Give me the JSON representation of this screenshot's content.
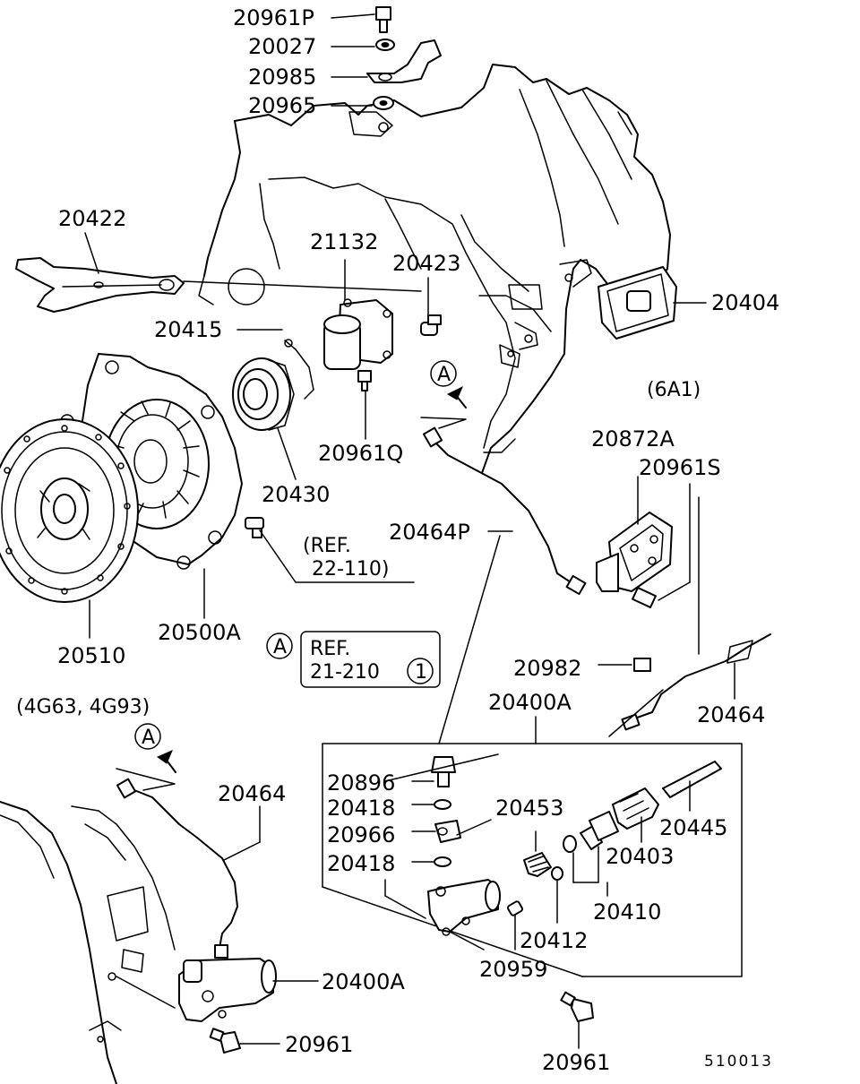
{
  "parts": {
    "p20961P": "20961P",
    "p20027": "20027",
    "p20985": "20985",
    "p20965": "20965",
    "p20422": "20422",
    "p21132": "21132",
    "p20423": "20423",
    "p20404": "20404",
    "p20415": "20415",
    "p20961Q": "20961Q",
    "p20430": "20430",
    "p20872A": "20872A",
    "p20961S": "20961S",
    "p20464P": "20464P",
    "p20500A": "20500A",
    "p20510": "20510",
    "p20982": "20982",
    "p20400A_top": "20400A",
    "p20464_right": "20464",
    "p20896": "20896",
    "p20418_a": "20418",
    "p20453": "20453",
    "p20966": "20966",
    "p20445": "20445",
    "p20418_b": "20418",
    "p20403": "20403",
    "p20410": "20410",
    "p20412": "20412",
    "p20959": "20959",
    "p20464_left": "20464",
    "p20400A_low": "20400A",
    "p20961_low": "20961",
    "p20961_bottom": "20961"
  },
  "notes": {
    "variant_6a1": "(6A1)",
    "variant_engines": "(4G63, 4G93)",
    "ref1_line1": "(REF.",
    "ref1_line2": "22-110)",
    "ref2_line1": "REF.",
    "ref2_line2": "21-210",
    "ref2_circle": "1",
    "marker": "A",
    "figure_code": "510013"
  }
}
